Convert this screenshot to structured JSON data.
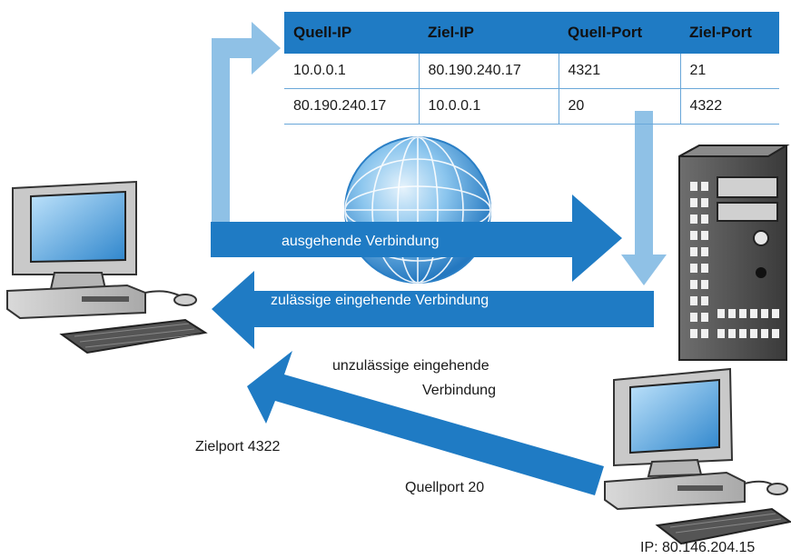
{
  "colors": {
    "arrow_dark": "#1f7bc4",
    "arrow_light": "#8fc1e6",
    "table_header": "#1f7bc4",
    "globe": "#2f8fd6"
  },
  "table": {
    "headers": [
      "Quell-IP",
      "Ziel-IP",
      "Quell-Port",
      "Ziel-Port"
    ],
    "rows": [
      [
        "10.0.0.1",
        "80.190.240.17",
        "4321",
        "21"
      ],
      [
        "80.190.240.17",
        "10.0.0.1",
        "20",
        "4322"
      ]
    ]
  },
  "labels": {
    "outgoing": "ausgehende Verbindung",
    "allowed_incoming": "zulässige eingehende Verbindung",
    "disallowed_line1": "unzulässige eingehende",
    "disallowed_line2": "Verbindung",
    "dest_port": "Zielport 4322",
    "source_port": "Quellport 20",
    "ip": "IP: 80.146.204.15"
  },
  "icons": [
    "desktop-computer-icon",
    "server-tower-icon",
    "remote-computer-icon",
    "internet-globe-icon"
  ]
}
